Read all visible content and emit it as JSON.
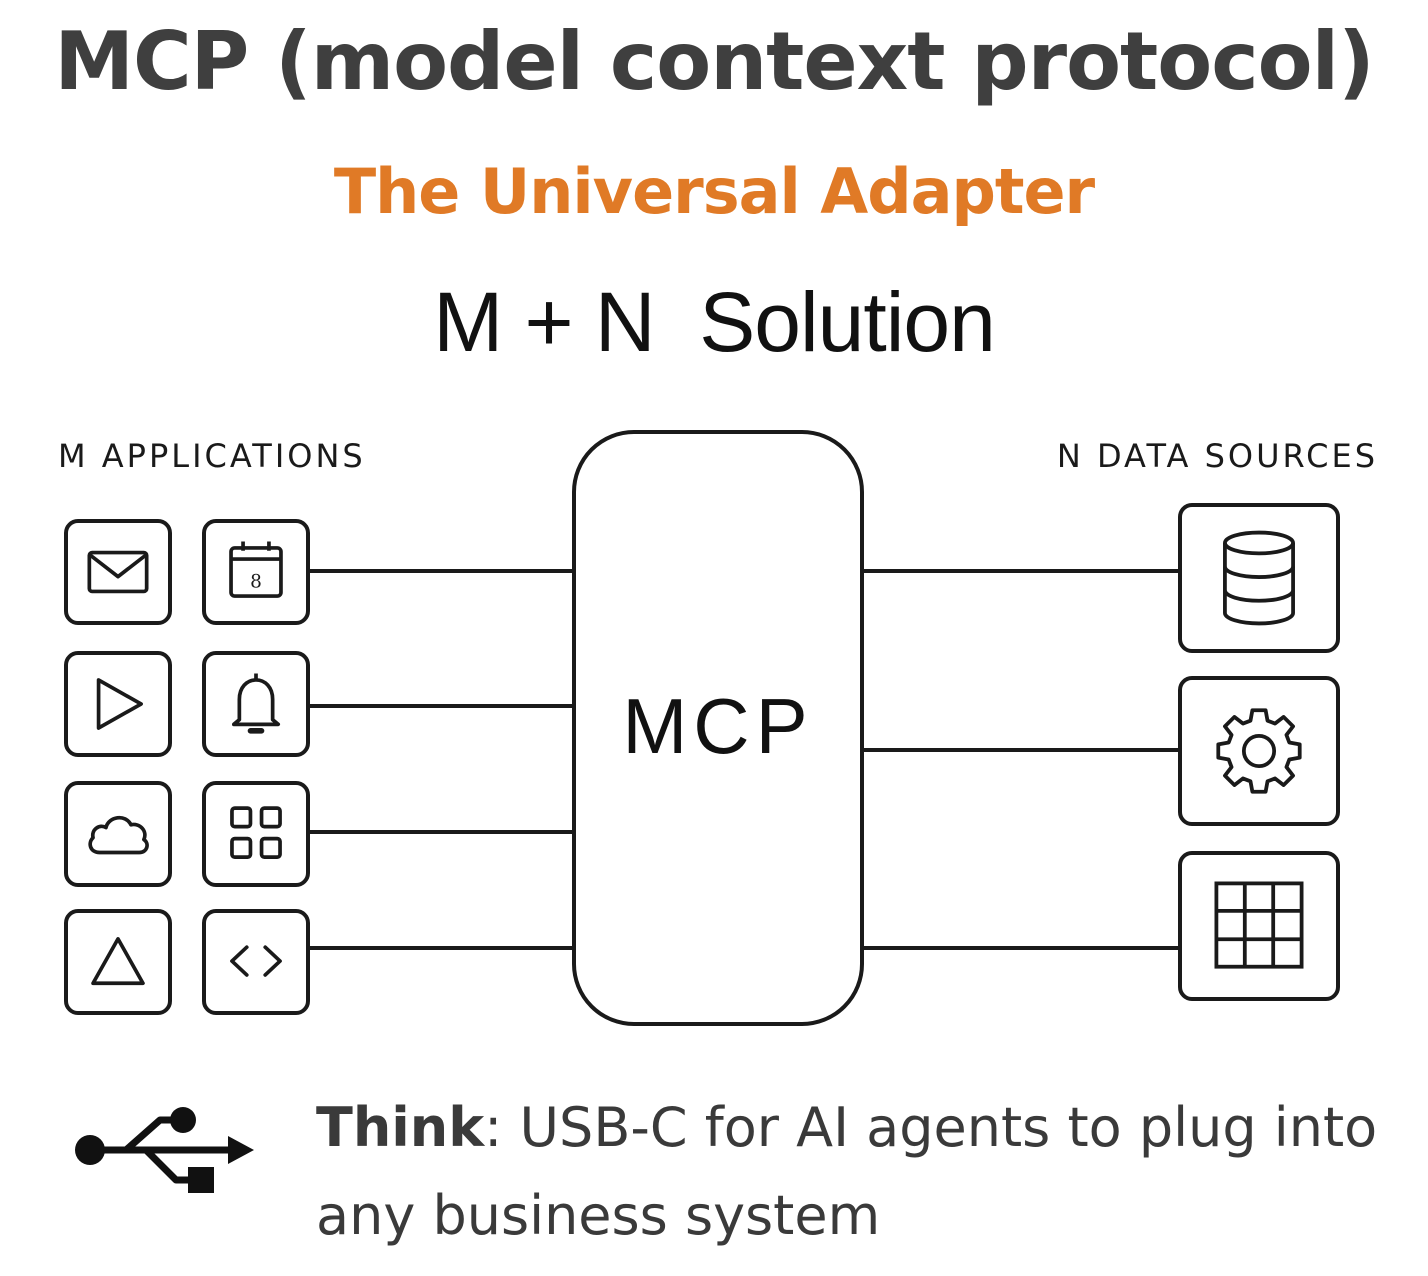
{
  "header": {
    "title": "MCP (model context protocol)",
    "subtitle": "The Universal Adapter",
    "formula": "M + N  Solution"
  },
  "colors": {
    "title": "#3f3f3f",
    "accent": "#e07a26",
    "ink": "#1a1a1a"
  },
  "diagram": {
    "left_label": "M APPLICATIONS",
    "right_label": "N DATA SOURCES",
    "hub_label": "MCP",
    "applications": [
      {
        "icon": "mail-icon"
      },
      {
        "icon": "calendar-icon",
        "text": "8"
      },
      {
        "icon": "play-icon"
      },
      {
        "icon": "bell-icon"
      },
      {
        "icon": "cloud-icon"
      },
      {
        "icon": "apps-grid-icon"
      },
      {
        "icon": "triangle-icon"
      },
      {
        "icon": "code-icon"
      }
    ],
    "data_sources": [
      {
        "icon": "database-icon"
      },
      {
        "icon": "gear-icon"
      },
      {
        "icon": "table-grid-icon"
      }
    ]
  },
  "footer": {
    "icon": "usb-icon",
    "think_bold": "Think",
    "think_text": ": USB-C for AI agents to plug into any business system"
  }
}
